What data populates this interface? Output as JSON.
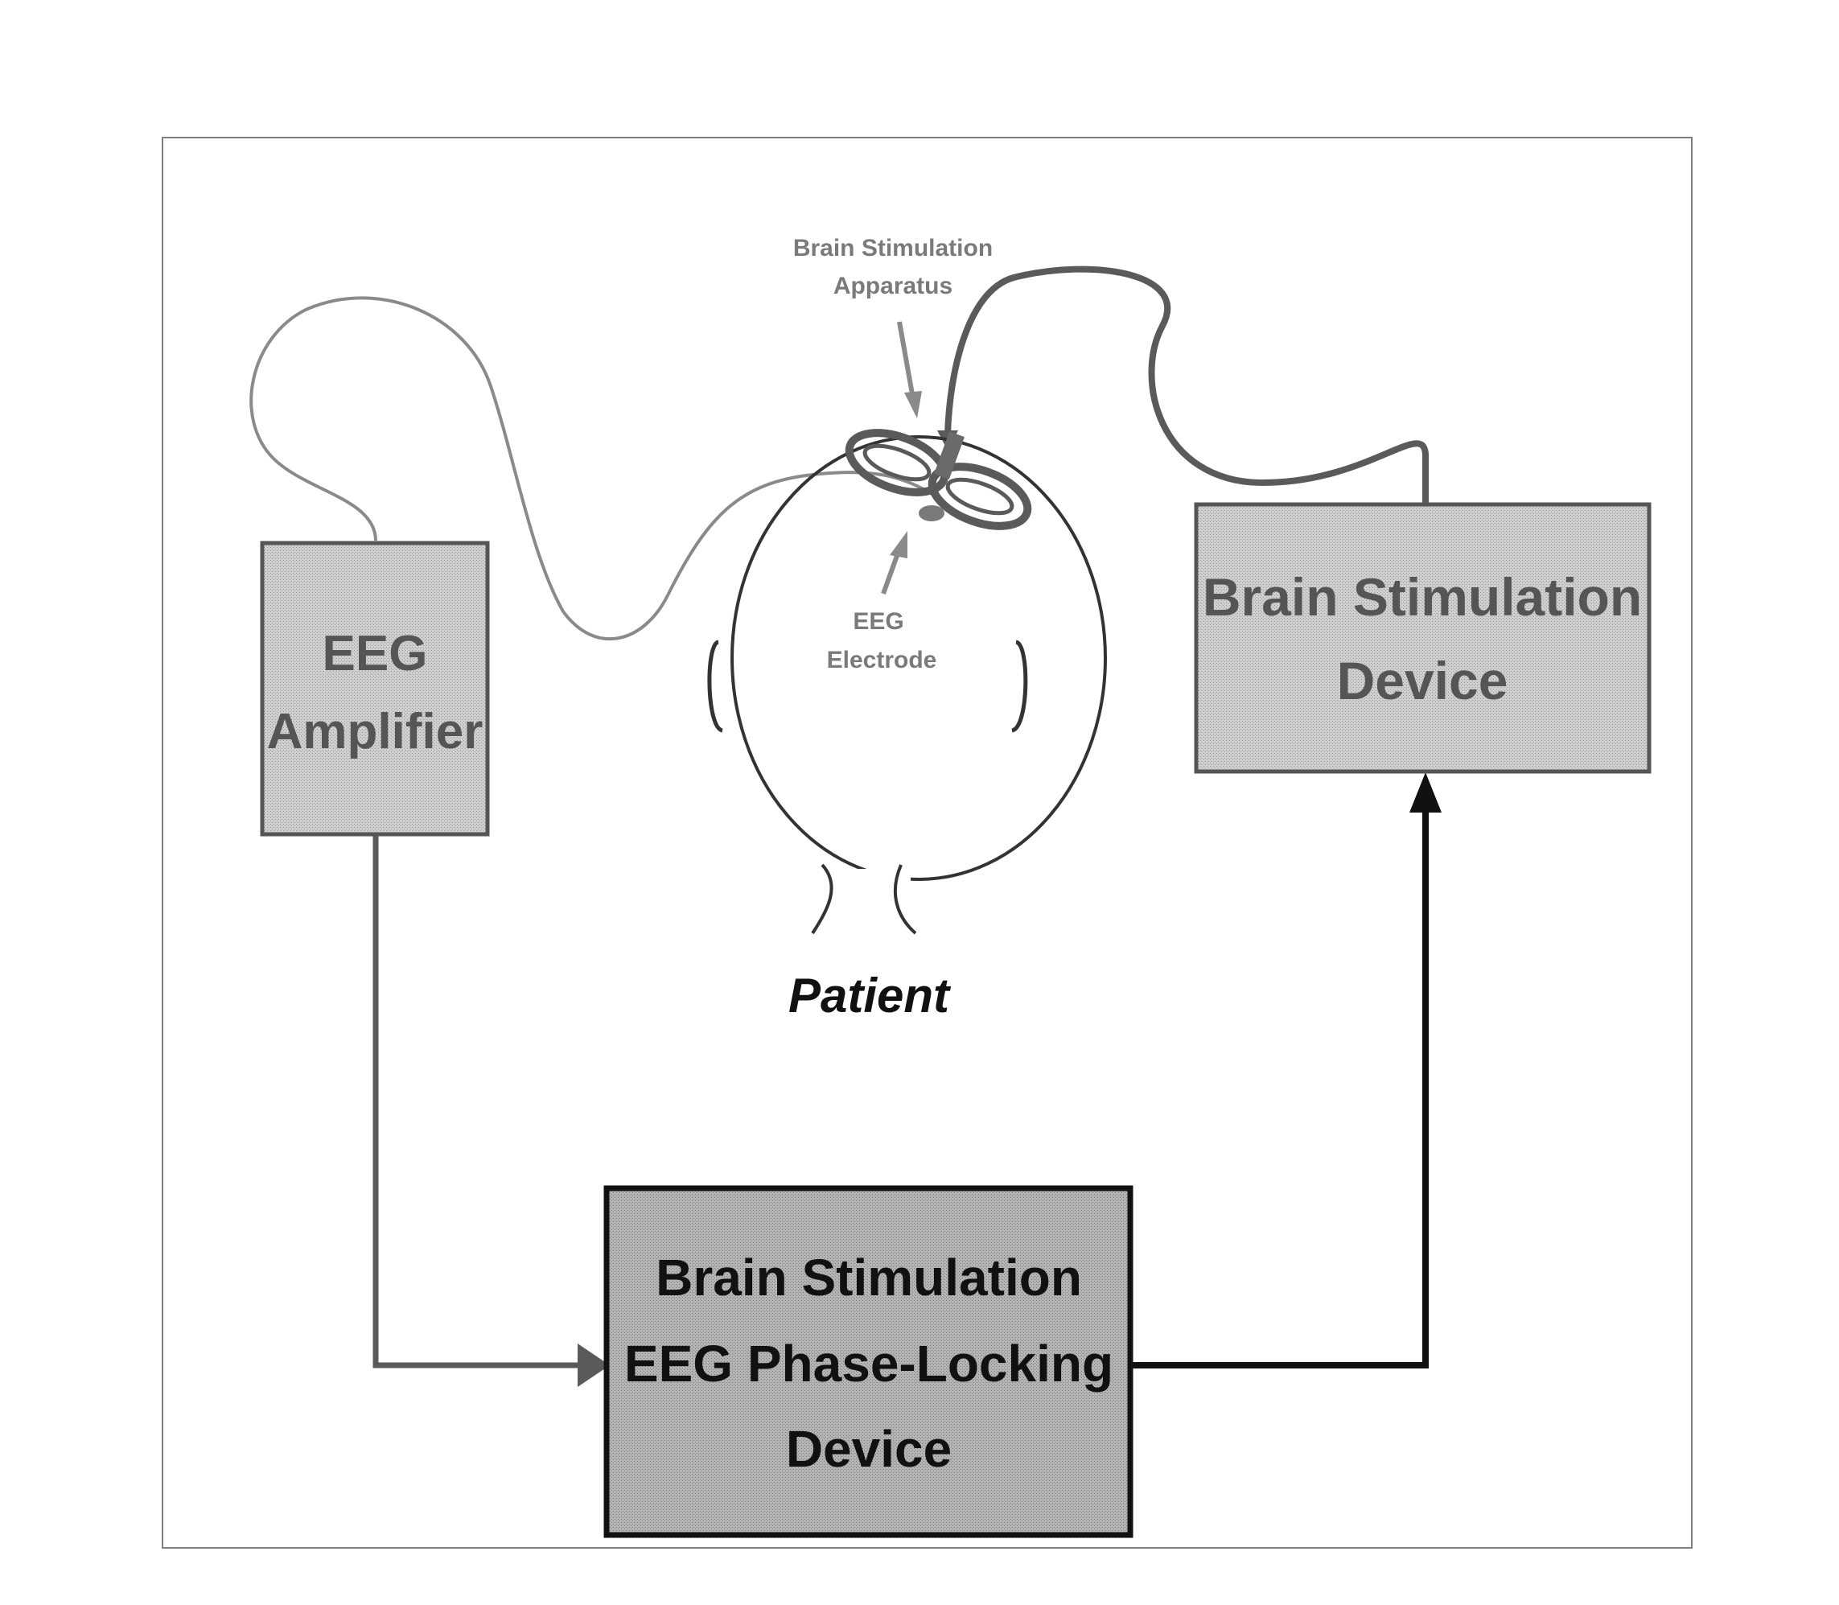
{
  "diagram": {
    "boxes": {
      "eeg_amplifier": {
        "line1": "EEG",
        "line2": "Amplifier"
      },
      "brain_stimulation_device": {
        "line1": "Brain Stimulation",
        "line2": "Device"
      },
      "phase_locking_device": {
        "line1": "Brain Stimulation",
        "line2": "EEG Phase-Locking",
        "line3": "Device"
      }
    },
    "annotations": {
      "stimulation_apparatus": {
        "line1": "Brain Stimulation",
        "line2": "Apparatus"
      },
      "eeg_electrode": {
        "line1": "EEG",
        "line2": "Electrode"
      }
    },
    "patient_label": "Patient"
  }
}
